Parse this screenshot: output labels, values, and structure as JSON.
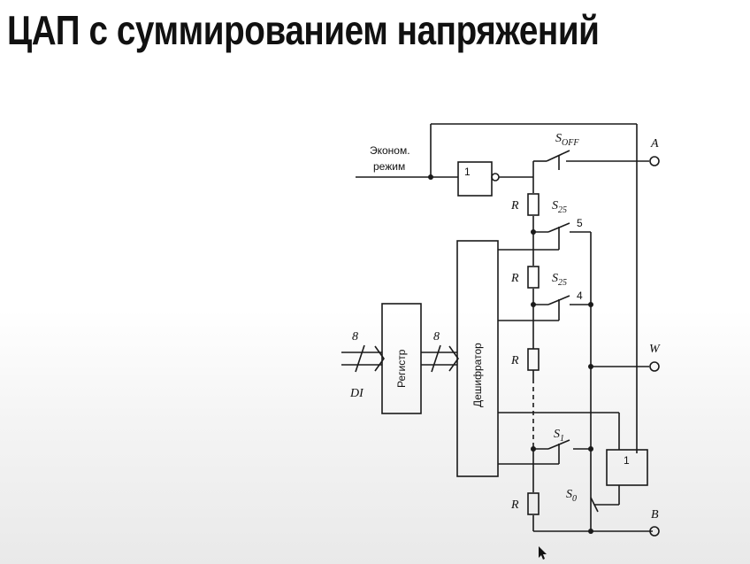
{
  "slide": {
    "title": "ЦАП с суммированием напряжений"
  },
  "diagram": {
    "labels": {
      "economy_mode_line1": "Эконом.",
      "economy_mode_line2": "режим",
      "not_gate": "1",
      "or_gate": "1",
      "register": "Регистр",
      "decoder": "Дешифратор",
      "bus_width_in": "8",
      "bus_width_out": "8",
      "data_in": "DI",
      "switch_off_base": "S",
      "switch_off_sub": "OFF",
      "switch_25a_base": "S",
      "switch_25a_sub": "25",
      "switch_25b_base": "S",
      "switch_25b_sub": "25",
      "switch_1_base": "S",
      "switch_1_sub": "1",
      "switch_0_base": "S",
      "switch_0_sub": "0",
      "resistor_1": "R",
      "resistor_2": "R",
      "resistor_3": "R",
      "resistor_4": "R",
      "tap_5": "5",
      "tap_4": "4",
      "terminal_a": "A",
      "terminal_w": "W",
      "terminal_b": "B"
    }
  }
}
